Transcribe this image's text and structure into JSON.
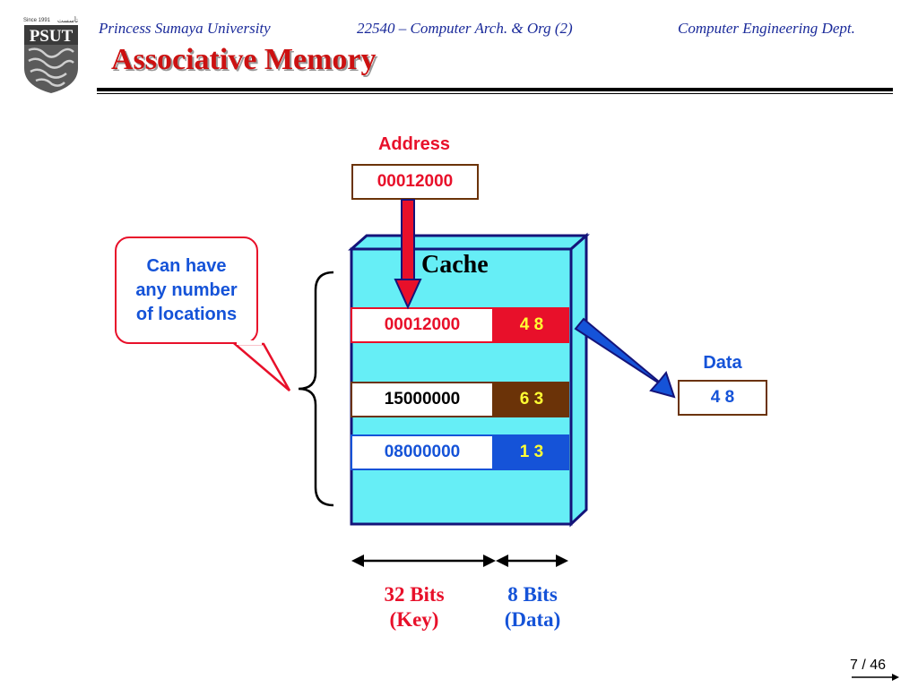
{
  "header": {
    "logo": {
      "since": "Since 1991",
      "arabic": "تأسست",
      "abbrev": "PSUT"
    },
    "university": "Princess Sumaya University",
    "course": "22540 – Computer Arch. & Org (2)",
    "dept": "Computer Engineering Dept."
  },
  "slide": {
    "title": "Associative Memory",
    "page": "7 / 46"
  },
  "diagram": {
    "address_label": "Address",
    "address_value": "00012000",
    "cache_label": "Cache",
    "rows": [
      {
        "key": "00012000",
        "data": "4 8"
      },
      {
        "key": "15000000",
        "data": "6 3"
      },
      {
        "key": "08000000",
        "data": "1 3"
      }
    ],
    "data_label": "Data",
    "data_value": "4 8",
    "callout": {
      "line1": "Can have",
      "line2": "any number",
      "line3": "of locations"
    },
    "key_bits": {
      "line1": "32 Bits",
      "line2": "(Key)"
    },
    "data_bits": {
      "line1": "8 Bits",
      "line2": "(Data)"
    }
  },
  "colors": {
    "red": "#e8102a",
    "brown": "#6b3308",
    "blue": "#1553d8",
    "cyan": "#66eef6",
    "navy": "#14147a",
    "title_red": "#cc1111"
  }
}
